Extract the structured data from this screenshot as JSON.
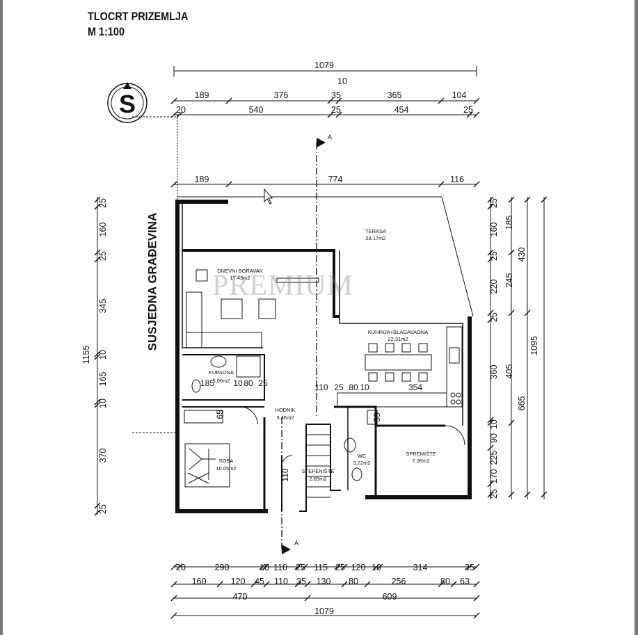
{
  "title": {
    "line1": "TLOCRT PRIZEMLJA",
    "line2": "M 1:100"
  },
  "north_symbol": "S",
  "neighbor_label": "SUSJEDNA GRAĐEVINA",
  "watermark": "PREMIUM",
  "section_marker": "A",
  "rooms": {
    "terasa": {
      "name": "TERASA",
      "area": "28.17m2"
    },
    "dnevni": {
      "name": "DNEVNI BORAVAK",
      "area": "17.43m2"
    },
    "kuhinja": {
      "name": "KUHINJA+BLAGAVAONA",
      "area": "22.31m2"
    },
    "kupaona": {
      "name": "KUPAONA",
      "area": "5.06m2"
    },
    "hodnik": {
      "name": "HODNIK",
      "area": "5.46m2"
    },
    "spremiste": {
      "name": "SPREMIŠTE",
      "area": "7.06m2"
    },
    "wc": {
      "name": "WC",
      "area": "3.22m2"
    },
    "soba": {
      "name": "SOBA",
      "area": "10.05m2"
    },
    "stepeniste": {
      "name": "STEPENIŠTE",
      "area": "2.69m2"
    }
  },
  "dims": {
    "top_total": "1079",
    "top_ten": "10",
    "top_row2": [
      "189",
      "376",
      "35",
      "365",
      "104"
    ],
    "top_row3": [
      "20",
      "540",
      "25",
      "454",
      "25"
    ],
    "top_row4": [
      "189",
      "774",
      "116"
    ],
    "inner": [
      "185",
      "10",
      "80",
      "25",
      "110",
      "25",
      "80",
      "10",
      "354",
      "65",
      "55",
      "110"
    ],
    "bottom_row1": [
      "20",
      "290",
      "10",
      "110",
      "25",
      "115",
      "25",
      "120",
      "10",
      "314",
      "25"
    ],
    "bottom_row2": [
      "160",
      "120",
      "45",
      "110",
      "35",
      "130",
      "80",
      "256",
      "80",
      "63"
    ],
    "bottom_row3": [
      "470",
      "609"
    ],
    "bottom_total": "1079",
    "left": [
      "25",
      "160",
      "25",
      "345",
      "10",
      "165",
      "10",
      "370",
      "25"
    ],
    "left_total": "1155",
    "right1": [
      "25",
      "160",
      "25",
      "220",
      "25",
      "360",
      "10",
      "90",
      "225",
      "170",
      "25"
    ],
    "right2": [
      "185",
      "245",
      "405",
      "665"
    ],
    "right3": [
      "430",
      "1095"
    ]
  }
}
